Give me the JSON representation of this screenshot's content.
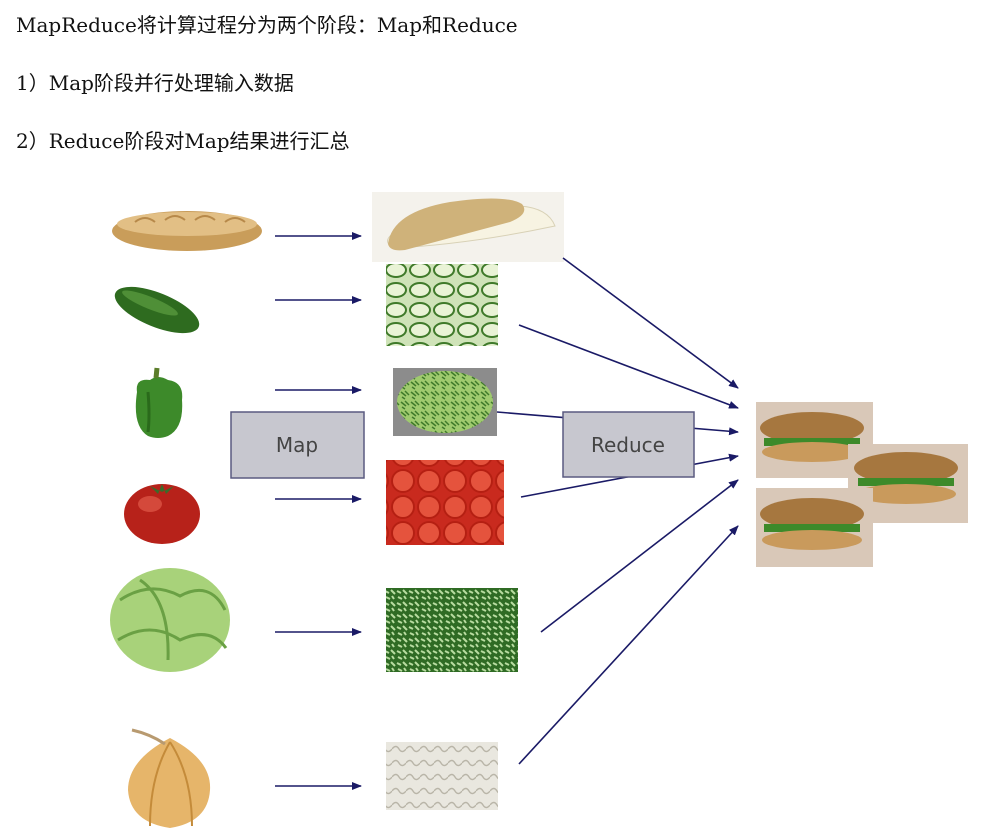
{
  "intro": {
    "line1": "MapReduce将计算过程分为两个阶段：Map和Reduce",
    "line2": "1）Map阶段并行处理输入数据",
    "line3": "2）Reduce阶段对Map结果进行汇总"
  },
  "diagram": {
    "map_label": "Map",
    "reduce_label": "Reduce",
    "inputs": [
      "bread",
      "cucumber",
      "green-pepper",
      "tomato",
      "lettuce",
      "onion"
    ],
    "outputs": [
      "sliced-bread",
      "sliced-cucumber",
      "sliced-pepper",
      "sliced-tomato",
      "shredded-lettuce",
      "sliced-onion"
    ],
    "result": "sandwich",
    "colors": {
      "arrow": "#1a1a66",
      "box_fill": "#c7c7cf",
      "box_stroke": "#5a5a80"
    }
  }
}
